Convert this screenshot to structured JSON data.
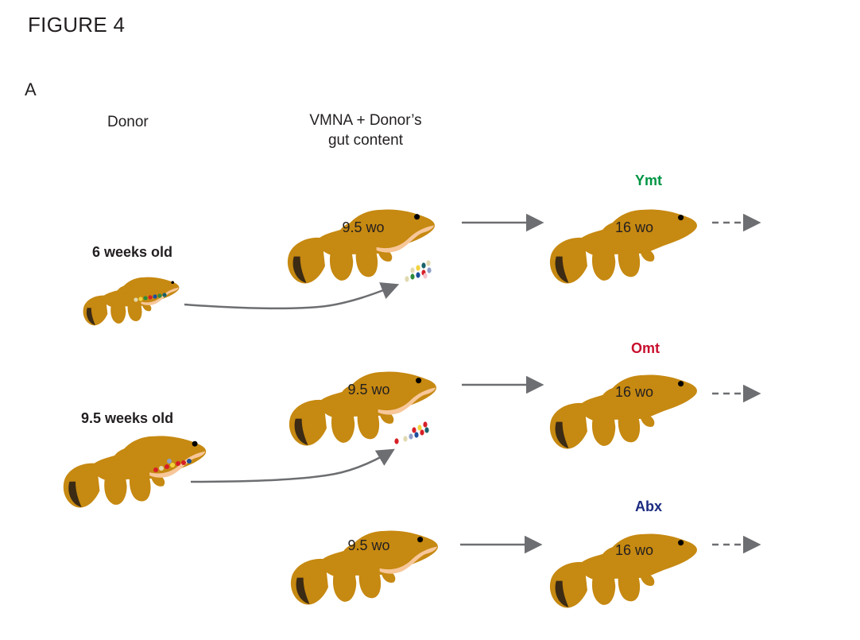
{
  "figure_title": "FIGURE 4",
  "panel_label": "A",
  "columns": {
    "donor_header": "Donor",
    "recipient_header": "VMNA + Donor’s gut content"
  },
  "donors": [
    {
      "age_label": "6 weeks old"
    },
    {
      "age_label": "9.5 weeks old"
    }
  ],
  "rows": [
    {
      "group": "Ymt",
      "group_color": "#009444",
      "recipient_age": "9.5 wo",
      "endpoint_age": "16 wo"
    },
    {
      "group": "Omt",
      "group_color": "#c8102e",
      "recipient_age": "9.5 wo",
      "endpoint_age": "16 wo"
    },
    {
      "group": "Abx",
      "group_color": "#1b2a80",
      "recipient_age": "9.5 wo",
      "endpoint_age": "16 wo"
    }
  ],
  "colors": {
    "fish_body": "#c68911",
    "fish_tail_band": "#3b2a14",
    "fish_gut": "#f7c79a",
    "arrow": "#6d6e71",
    "microbe_dots": [
      "#e1d9b0",
      "#2e8b3c",
      "#1b4f9c",
      "#f2d33b",
      "#d71f26",
      "#8e9fc9",
      "#f4c6cf",
      "#18606b"
    ]
  }
}
